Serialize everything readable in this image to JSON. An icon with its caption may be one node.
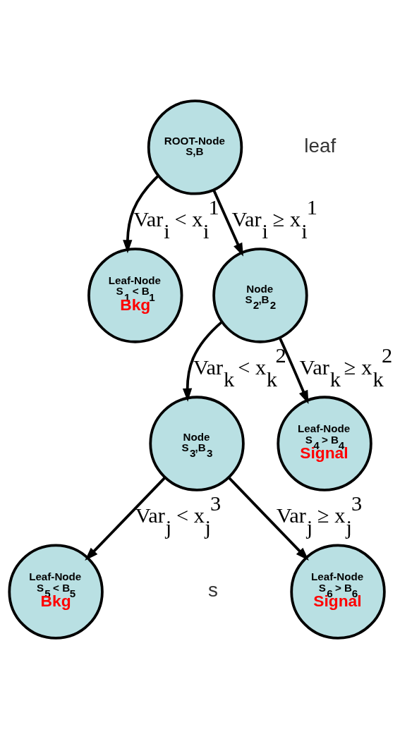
{
  "diagram": {
    "nodes": [
      {
        "text": [
          "ROOT-Node",
          "S,B"
        ]
      },
      {
        "text": [
          "Leaf-Node",
          "S$_{1}$ < B$_{1}$",
          "Bkg"
        ]
      },
      {
        "text": [
          "Node",
          "S$_{2}$,B$_{2}$"
        ]
      },
      {
        "text": [
          "Node",
          "S$_{3}$,B$_{3}$"
        ]
      },
      {
        "text": [
          "Leaf-Node",
          "S$_{4}$ > B$_{4}$",
          "Signal"
        ]
      },
      {
        "text": [
          "Leaf-Node",
          "S$_{5}$ < B$_{5}$",
          "Bkg"
        ]
      },
      {
        "text": [
          "Leaf-Node",
          "S$_{6}$ > B$_{6}$",
          "Signal"
        ]
      }
    ],
    "edges": [
      {
        "from": 0,
        "to": 1,
        "arrow": "to",
        "label": "Var$_{i}$ < x$_{i}$$^{1}$"
      },
      {
        "from": 0,
        "to": 2,
        "arrow": "to",
        "label": "Var$_{i}$ ≥ x$_{i}$$^{1}$"
      },
      {
        "from": 2,
        "to": 3,
        "arrow": "to",
        "label": "Var$_{k}$ < x$_{k}$$^{2}$"
      },
      {
        "from": 2,
        "to": 4,
        "arrow": "to",
        "label": "Var$_{k}$ ≥ x$_{k}$$^{2}$"
      },
      {
        "from": 3,
        "to": 5,
        "arrow": "to",
        "label": "Var$_{j}$ < x$_{j}$$^{3}$"
      },
      {
        "from": 3,
        "to": 6,
        "arrow": "to",
        "label": "Var$_{j}$ ≥ x$_{j}$$^{3}$"
      }
    ],
    "labels": [
      "leaf",
      "s"
    ]
  }
}
